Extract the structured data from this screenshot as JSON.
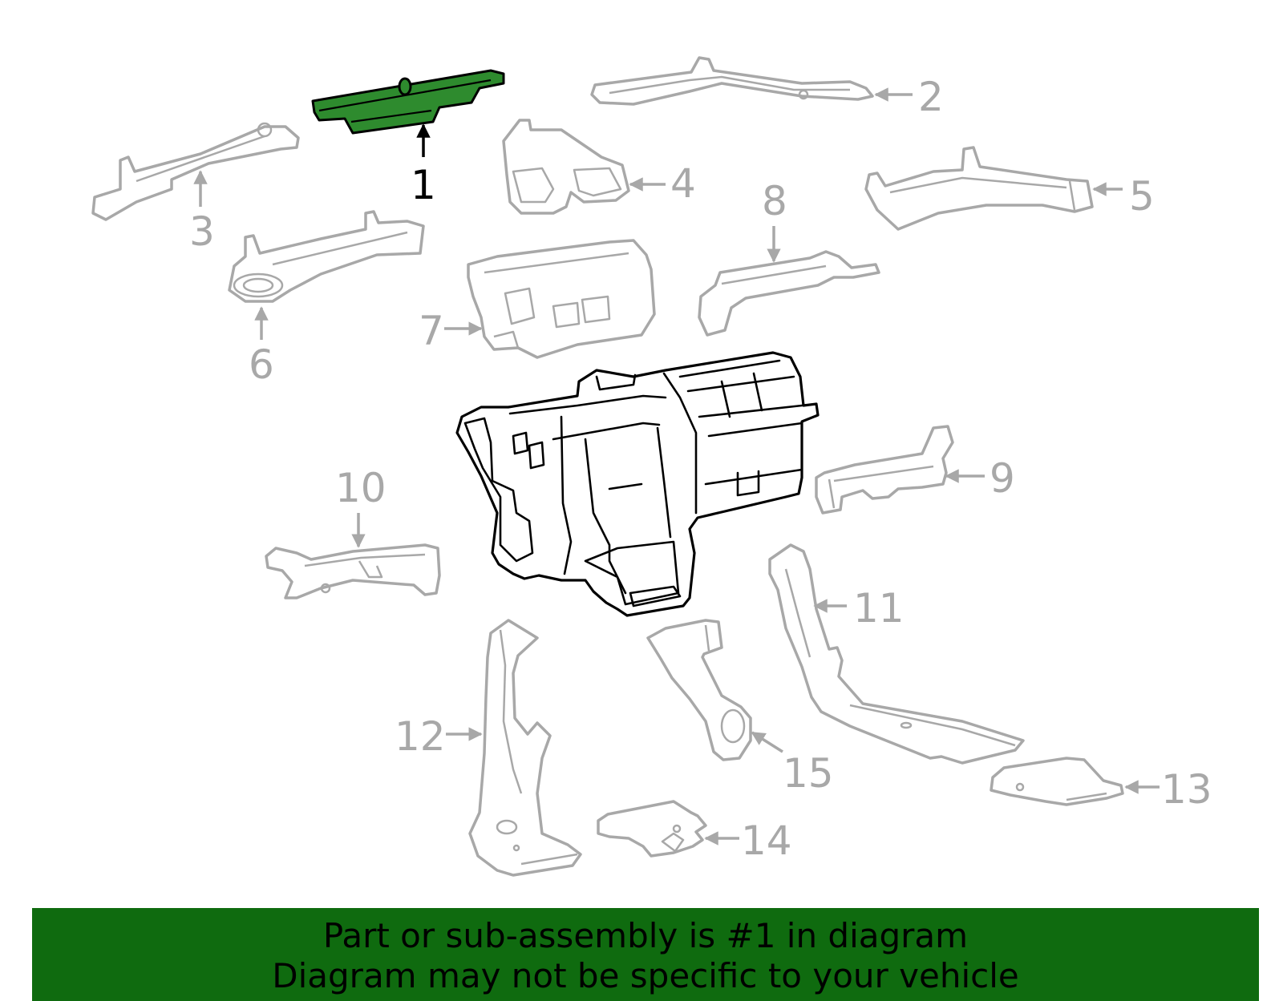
{
  "diagram": {
    "highlighted_part": "1",
    "highlight_color": "#2e8b2e",
    "callouts": [
      "1",
      "2",
      "3",
      "4",
      "5",
      "6",
      "7",
      "8",
      "9",
      "10",
      "11",
      "12",
      "13",
      "14",
      "15"
    ]
  },
  "banner": {
    "line1": "Part or sub-assembly is #1 in diagram",
    "line2": "Diagram may not be specific to your vehicle",
    "background": "#0f6b0f"
  }
}
